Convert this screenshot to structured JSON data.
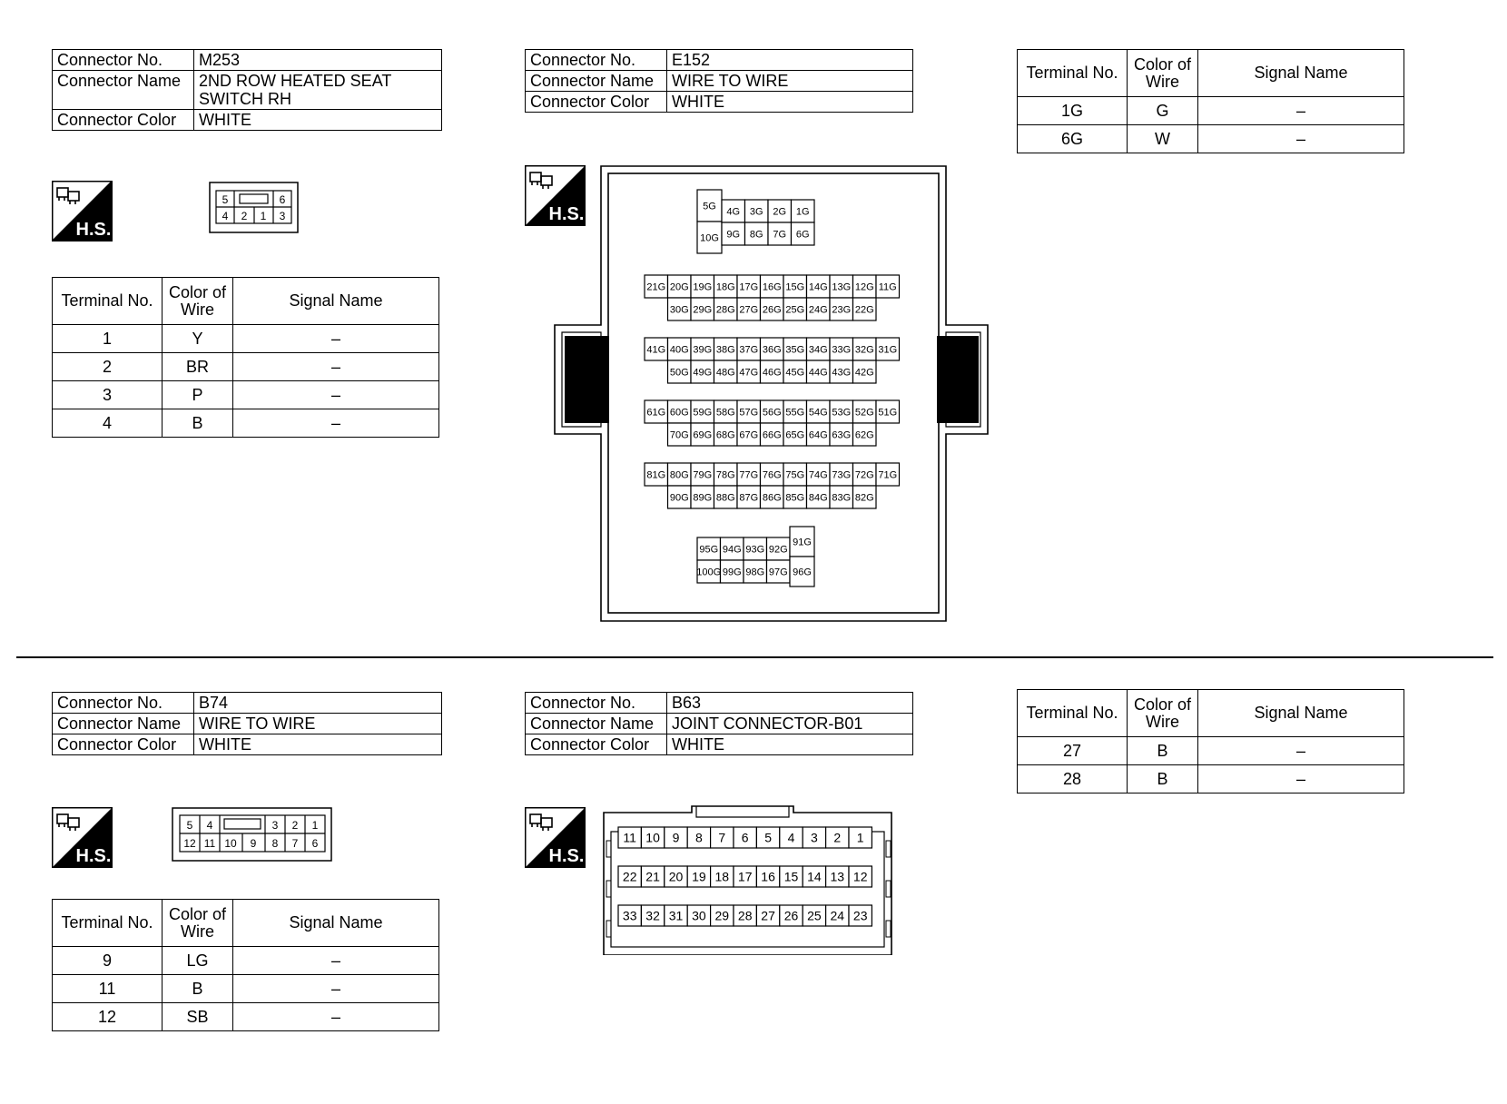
{
  "hs_icon": {
    "label": "H.S."
  },
  "labels": {
    "connector_no": "Connector No.",
    "connector_name": "Connector Name",
    "connector_color": "Connector Color"
  },
  "headers": {
    "terminal": "Terminal No.",
    "color_line1": "Color of",
    "color_line2": "Wire",
    "signal": "Signal Name"
  },
  "m253": {
    "no": "M253",
    "name_line1": "2ND ROW HEATED SEAT",
    "name_line2": "SWITCH RH",
    "color": "WHITE",
    "pins_top": [
      "5",
      "6"
    ],
    "pins_bottom": [
      "4",
      "2",
      "1",
      "3"
    ],
    "rows": [
      {
        "terminal": "1",
        "color": "Y",
        "signal": "–"
      },
      {
        "terminal": "2",
        "color": "BR",
        "signal": "–"
      },
      {
        "terminal": "3",
        "color": "P",
        "signal": "–"
      },
      {
        "terminal": "4",
        "color": "B",
        "signal": "–"
      }
    ]
  },
  "e152": {
    "no": "E152",
    "name": "WIRE TO WIRE",
    "color": "WHITE",
    "groups": [
      {
        "top": [
          "4G",
          "3G",
          "2G",
          "1G"
        ],
        "bottom": [
          "9G",
          "8G",
          "7G",
          "6G"
        ],
        "tall_top": "5G",
        "tall_bottom": "10G"
      },
      {
        "top": [
          "21G",
          "20G",
          "19G",
          "18G",
          "17G",
          "16G",
          "15G",
          "14G",
          "13G",
          "12G",
          "11G"
        ],
        "bottom": [
          "30G",
          "29G",
          "28G",
          "27G",
          "26G",
          "25G",
          "24G",
          "23G",
          "22G"
        ]
      },
      {
        "top": [
          "41G",
          "40G",
          "39G",
          "38G",
          "37G",
          "36G",
          "35G",
          "34G",
          "33G",
          "32G",
          "31G"
        ],
        "bottom": [
          "50G",
          "49G",
          "48G",
          "47G",
          "46G",
          "45G",
          "44G",
          "43G",
          "42G"
        ]
      },
      {
        "top": [
          "61G",
          "60G",
          "59G",
          "58G",
          "57G",
          "56G",
          "55G",
          "54G",
          "53G",
          "52G",
          "51G"
        ],
        "bottom": [
          "70G",
          "69G",
          "68G",
          "67G",
          "66G",
          "65G",
          "64G",
          "63G",
          "62G"
        ]
      },
      {
        "top": [
          "81G",
          "80G",
          "79G",
          "78G",
          "77G",
          "76G",
          "75G",
          "74G",
          "73G",
          "72G",
          "71G"
        ],
        "bottom": [
          "90G",
          "89G",
          "88G",
          "87G",
          "86G",
          "85G",
          "84G",
          "83G",
          "82G"
        ]
      },
      {
        "top": [
          "95G",
          "94G",
          "93G",
          "92G"
        ],
        "bottom": [
          "100G",
          "99G",
          "98G",
          "97G"
        ],
        "tall_top": "91G",
        "tall_bottom": "96G"
      }
    ],
    "rows": [
      {
        "terminal": "1G",
        "color": "G",
        "signal": "–"
      },
      {
        "terminal": "6G",
        "color": "W",
        "signal": "–"
      }
    ]
  },
  "b74": {
    "no": "B74",
    "name": "WIRE TO WIRE",
    "color": "WHITE",
    "pins_top_left": [
      "5",
      "4"
    ],
    "pins_top_right": [
      "3",
      "2",
      "1"
    ],
    "pins_bottom": [
      "12",
      "11",
      "10",
      "9",
      "8",
      "7",
      "6"
    ],
    "rows": [
      {
        "terminal": "9",
        "color": "LG",
        "signal": "–"
      },
      {
        "terminal": "11",
        "color": "B",
        "signal": "–"
      },
      {
        "terminal": "12",
        "color": "SB",
        "signal": "–"
      }
    ]
  },
  "b63": {
    "no": "B63",
    "name": "JOINT CONNECTOR-B01",
    "color": "WHITE",
    "row1": [
      "11",
      "10",
      "9",
      "8",
      "7",
      "6",
      "5",
      "4",
      "3",
      "2",
      "1"
    ],
    "row2": [
      "22",
      "21",
      "20",
      "19",
      "18",
      "17",
      "16",
      "15",
      "14",
      "13",
      "12"
    ],
    "row3": [
      "33",
      "32",
      "31",
      "30",
      "29",
      "28",
      "27",
      "26",
      "25",
      "24",
      "23"
    ],
    "rows": [
      {
        "terminal": "27",
        "color": "B",
        "signal": "–"
      },
      {
        "terminal": "28",
        "color": "B",
        "signal": "–"
      }
    ]
  }
}
